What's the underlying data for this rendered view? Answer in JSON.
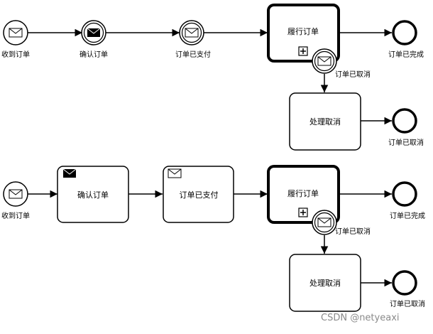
{
  "diagram": {
    "top": {
      "start": "收到订单",
      "catch_confirm": "确认订单",
      "catch_paid": "订单已支付",
      "task_fulfill": "履行订单",
      "end_done": "订单已完成",
      "boundary_cancel": "订单已取消",
      "task_cancel": "处理取消",
      "end_cancel": "订单已取消"
    },
    "bottom": {
      "start": "收到订单",
      "task_confirm": "确认订单",
      "task_paid": "订单已支付",
      "task_fulfill": "履行订单",
      "end_done": "订单已完成",
      "boundary_cancel": "订单已取消",
      "task_cancel": "处理取消",
      "end_cancel": "订单已取消"
    }
  },
  "watermark": "CSDN @netyeaxi"
}
